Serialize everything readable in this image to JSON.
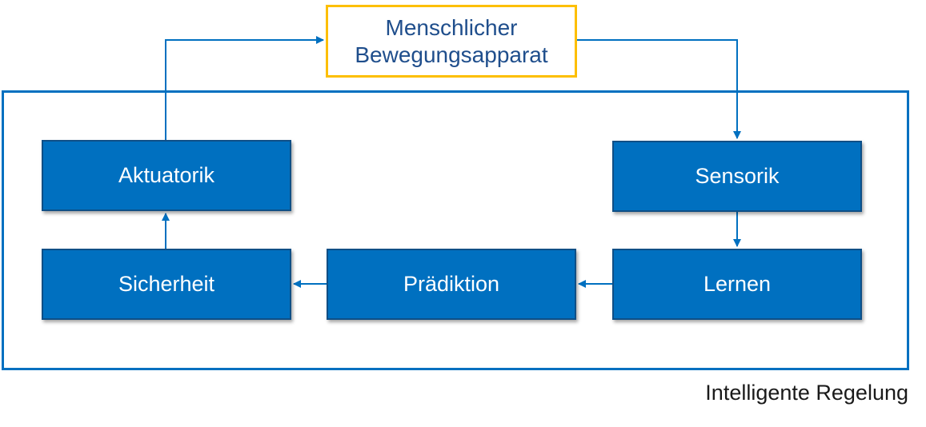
{
  "diagram": {
    "human_system": {
      "label": "Menschlicher\nBewegungsapparat"
    },
    "nodes": {
      "aktuatorik": "Aktuatorik",
      "sensorik": "Sensorik",
      "sicherheit": "Sicherheit",
      "praediktion": "Prädiktion",
      "lernen": "Lernen"
    },
    "container_caption": "Intelligente Regelung",
    "colors": {
      "node_fill": "#0070c0",
      "node_border": "#0f4f86",
      "container_border": "#0070c0",
      "human_border": "#fdbf00",
      "human_text": "#1f4e8c",
      "arrow": "#0070c0"
    }
  }
}
